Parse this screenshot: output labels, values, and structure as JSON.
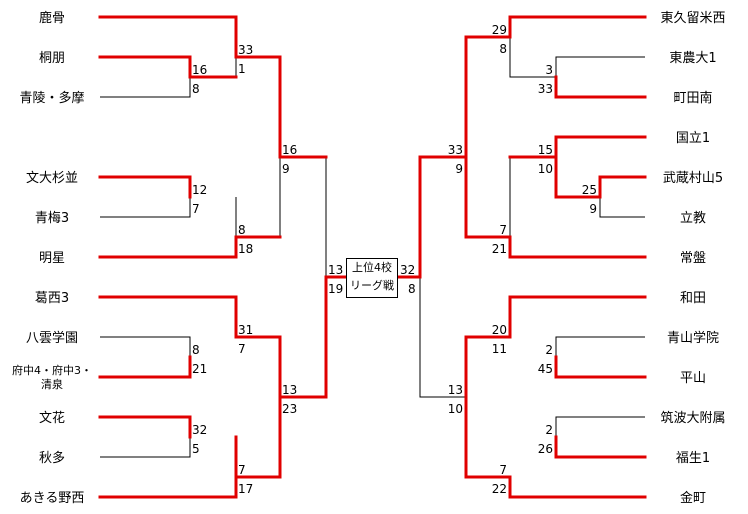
{
  "center": {
    "line1": "上位4校",
    "line2": "リーグ戦"
  },
  "left_teams": [
    "鹿骨",
    "桐朋",
    "青陵・多摩",
    "文大杉並",
    "青梅3",
    "明星",
    "葛西3",
    "八雲学園",
    "府中4・府中3・",
    "清泉",
    "文花",
    "秋多",
    "あきる野西"
  ],
  "right_teams": [
    "東久留米西",
    "東農大1",
    "町田南",
    "国立1",
    "武蔵村山5",
    "立教",
    "常盤",
    "和田",
    "青山学院",
    "平山",
    "筑波大附属",
    "福生1",
    "金町"
  ],
  "left_scores": {
    "r1a": [
      "16",
      "8"
    ],
    "r2a": [
      "33",
      "1"
    ],
    "r1b": [
      "12",
      "7"
    ],
    "r2b": [
      "8",
      "18"
    ],
    "r3a": [
      "16",
      "9"
    ],
    "r1c": [
      "8",
      "21"
    ],
    "r2c": [
      "31",
      "7"
    ],
    "r1d": [
      "32",
      "5"
    ],
    "r2d": [
      "7",
      "17"
    ],
    "r3b": [
      "13",
      "23"
    ],
    "semi": [
      "13",
      "19"
    ]
  },
  "right_scores": {
    "r1a": [
      "3",
      "33"
    ],
    "r2a": [
      "29",
      "8"
    ],
    "r1b": [
      "25",
      "9"
    ],
    "r2b": [
      "15",
      "10"
    ],
    "r3a": [
      "7",
      "21"
    ],
    "r4a": [
      "33",
      "9"
    ],
    "r1c": [
      "2",
      "45"
    ],
    "r2c": [
      "20",
      "11"
    ],
    "r1d": [
      "2",
      "26"
    ],
    "r2d": [
      "7",
      "22"
    ],
    "r3b": [
      "13",
      "10"
    ],
    "semi": [
      "32",
      "8"
    ]
  }
}
